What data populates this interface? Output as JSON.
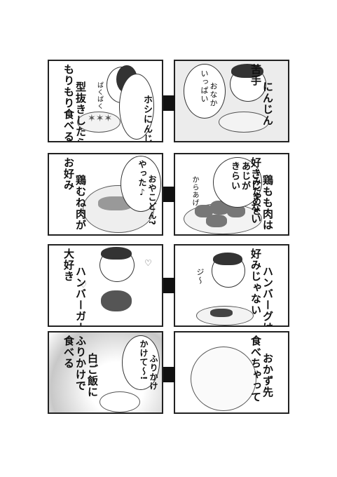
{
  "rows": [
    {
      "right": {
        "lines": [
          "にんじん",
          "苦手"
        ],
        "bubble": [
          "おなか",
          "いっぱい"
        ]
      },
      "left": {
        "lines": [
          "型抜きしたら",
          "もりもり食べる"
        ],
        "bubble": [
          "ホシにんじん♪"
        ],
        "sfx": "ぱくぱく"
      }
    },
    {
      "right": {
        "lines": [
          "鶏もも肉は",
          "好きじゃない"
        ],
        "bubble": [
          "みためと",
          "あじが",
          "きらい"
        ],
        "sfx": "からあげ"
      },
      "left": {
        "lines": [
          "鶏むね肉が",
          "お好み"
        ],
        "bubble": [
          "おやこどん?",
          "やった♪"
        ]
      }
    },
    {
      "right": {
        "lines": [
          "ハンバーグは",
          "好みじゃない"
        ],
        "sfx": "ジ〜"
      },
      "left": {
        "lines": [
          "ハンバーガーは",
          "大好き"
        ]
      }
    },
    {
      "right": {
        "lines": [
          "おかず先",
          "食べちゃって"
        ]
      },
      "left": {
        "lines": [
          "白ご飯に",
          "ふりかけで",
          "食べる"
        ],
        "bubble": [
          "ふりかけ",
          "かけて〜!"
        ]
      }
    }
  ],
  "colors": {
    "ink": "#222222",
    "panel_bg": "#ffffff",
    "arrow": "#111111",
    "tone": "#d6d6d6"
  }
}
